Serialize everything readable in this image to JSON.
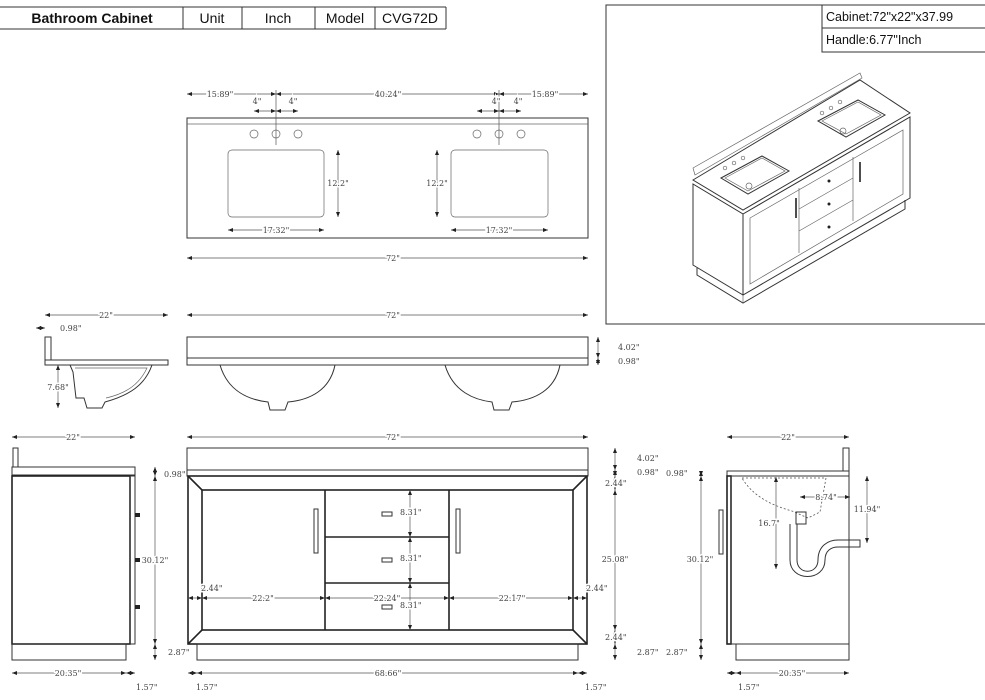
{
  "header": {
    "title": "Bathroom Cabinet",
    "unit_label": "Unit",
    "unit_value": "Inch",
    "model_label": "Model",
    "model_value": "CVG72D"
  },
  "specs": {
    "cabinet": "Cabinet:72\"x22\"x37.99",
    "handle": "Handle:6.77\"Inch"
  },
  "dimensions": {
    "top_view": [
      "15.89\"",
      "40.24\"",
      "15.89\"",
      "4\"",
      "4\"",
      "4\"",
      "4\"",
      "12.2\"",
      "12.2\"",
      "17.32\"",
      "17.32\"",
      "72\""
    ],
    "side_section": [
      "22\"",
      "0.98\"",
      "7.68\""
    ],
    "front_section": [
      "72\"",
      "4.02\"",
      "0.98\""
    ],
    "front_elevation": [
      "72\"",
      "4.02\"",
      "0.98\"",
      "2.44\"",
      "8.31\"",
      "8.31\"",
      "8.31\"",
      "25.08\"",
      "2.44\"",
      "2.87\"",
      "22.2\"",
      "22.24\"",
      "22.17\"",
      "2.44\"",
      "2.44\"",
      "68.66\"",
      "1.57\"",
      "1.57\""
    ],
    "left_side_view": [
      "22\"",
      "0.98\"",
      "30.12\"",
      "2.87\"",
      "20.35\"",
      "1.57\""
    ],
    "right_side_view": [
      "0.98\"",
      "22\"",
      "8.74\"",
      "11.94\"",
      "16.7\"",
      "30.12\"",
      "2.87\"",
      "20.35\"",
      "1.57\""
    ]
  },
  "colors": {
    "line": "#333333",
    "background": "#ffffff"
  }
}
